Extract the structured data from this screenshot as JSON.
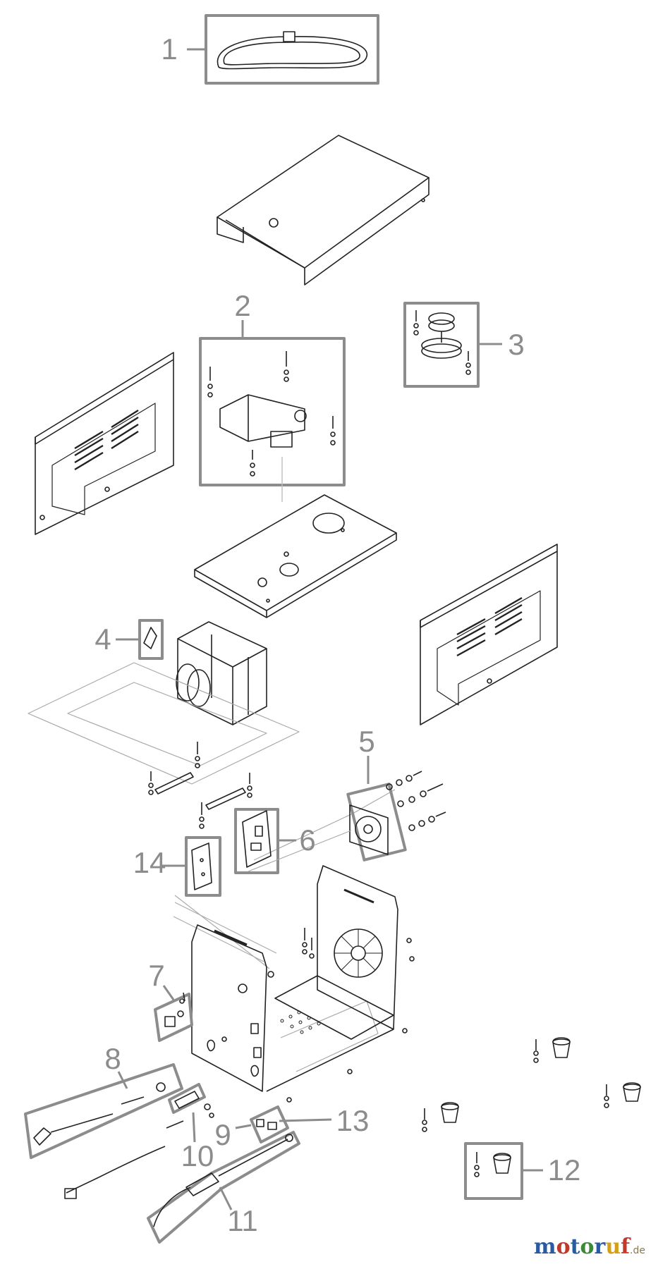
{
  "callouts": {
    "c1": "1",
    "c2": "2",
    "c3": "3",
    "c4": "4",
    "c5": "5",
    "c6": "6",
    "c7": "7",
    "c8": "8",
    "c9": "9",
    "c10": "10",
    "c11": "11",
    "c12": "12",
    "c13": "13",
    "c14": "14"
  },
  "brand": {
    "m": "m",
    "o1": "o",
    "t": "t",
    "o2": "o",
    "r": "r",
    "u": "u",
    "f": "f",
    "tld": ".de"
  },
  "colors": {
    "box": "#8c8c8c",
    "line": "#222222",
    "callout": "#8c8c8c",
    "brand_blue": "#2c5aa0",
    "brand_red": "#c0392b",
    "brand_green": "#3a8a3a",
    "brand_yellow": "#d4a017"
  }
}
